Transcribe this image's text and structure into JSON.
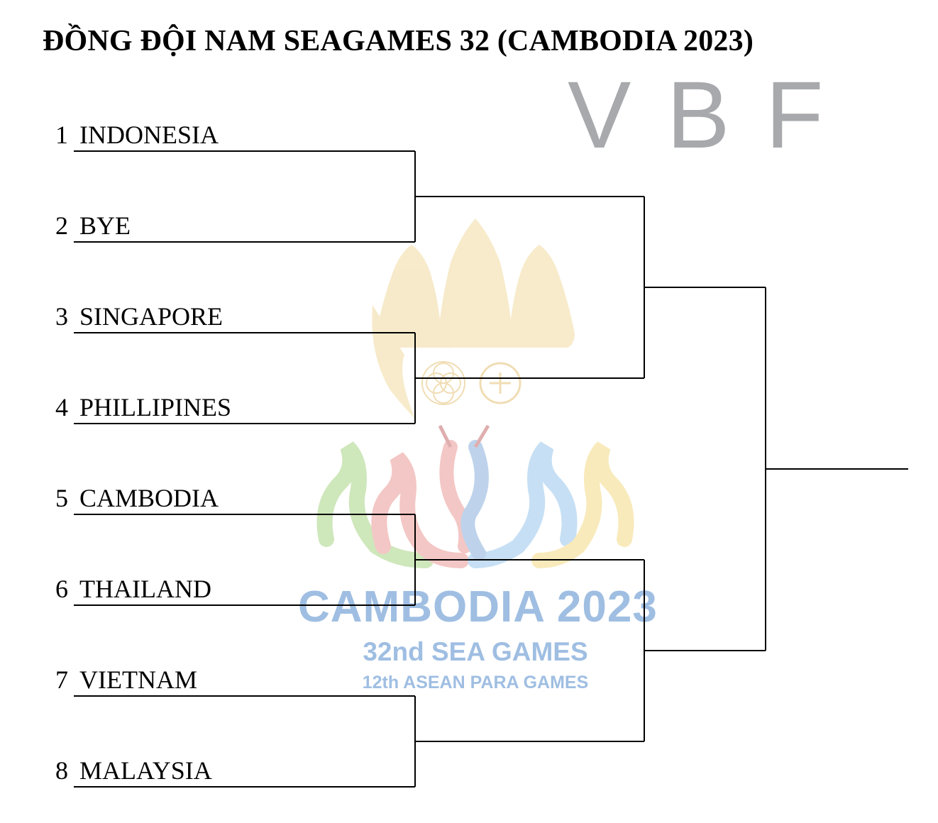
{
  "title": "ĐỒNG ĐỘI NAM SEAGAMES 32 (CAMBODIA 2023)",
  "watermark": {
    "logo_text": "VBF",
    "logo_color": "#a7a9ac",
    "emblem_title": "CAMBODIA 2023",
    "emblem_line1": "32nd SEA GAMES",
    "emblem_line2": "12th ASEAN PARA GAMES",
    "emblem_color": "#7fa9d9"
  },
  "teams": [
    {
      "seed": "1",
      "name": "INDONESIA"
    },
    {
      "seed": "2",
      "name": "BYE"
    },
    {
      "seed": "3",
      "name": "SINGAPORE"
    },
    {
      "seed": "4",
      "name": "PHILLIPINES"
    },
    {
      "seed": "5",
      "name": "CAMBODIA"
    },
    {
      "seed": "6",
      "name": "THAILAND"
    },
    {
      "seed": "7",
      "name": "VIETNAM"
    },
    {
      "seed": "8",
      "name": "MALAYSIA"
    }
  ]
}
